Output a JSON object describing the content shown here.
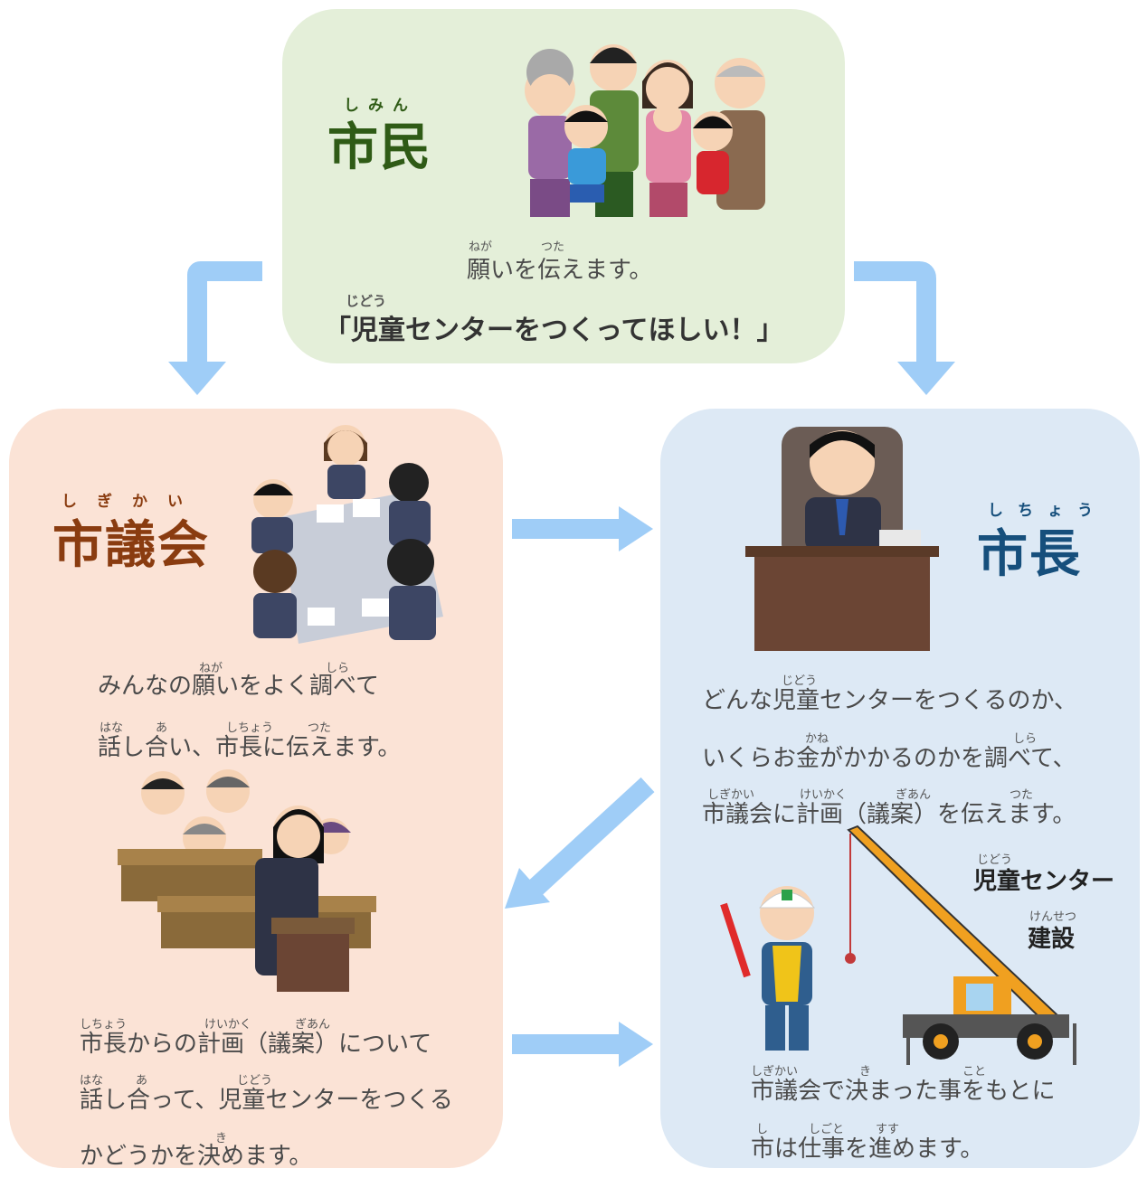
{
  "citizen": {
    "title": "市民",
    "title_ruby": "しみん",
    "line1": "願いを伝えます。",
    "line1_ruby": [
      "ねが",
      "つた"
    ],
    "demand": "「児童センターをつくってほしい！」",
    "demand_ruby": "じどう"
  },
  "council": {
    "title": "市議会",
    "title_ruby": "しぎかい",
    "lines": [
      "みんなの願いをよく調べて",
      "話し合い、市長に伝えます。",
      "市長からの計画（議案）について",
      "話し合って、児童センターをつくる",
      "かどうかを決めます。"
    ],
    "ruby": {
      "l1a": "ねが",
      "l1b": "しら",
      "l2a": "はな",
      "l2b": "あ",
      "l2c": "しちょう",
      "l2d": "つた",
      "l3a": "しちょう",
      "l3b": "けいかく",
      "l3c": "ぎあん",
      "l4a": "はな",
      "l4b": "あ",
      "l4c": "じどう",
      "l5a": "き"
    }
  },
  "mayor": {
    "title": "市長",
    "title_ruby": "しちょう",
    "lines": [
      "どんな児童センターをつくるのか、",
      "いくらお金がかかるのかを調べて、",
      "市議会に計画（議案）を伝えます。",
      "市議会で決まった事をもとに",
      "市は仕事を進めます。"
    ],
    "ruby": {
      "l1a": "じどう",
      "l2a": "かね",
      "l2b": "しら",
      "l3a": "しぎかい",
      "l3b": "けいかく",
      "l3c": "ぎあん",
      "l3d": "つた",
      "l4a": "しぎかい",
      "l4b": "き",
      "l4c": "こと",
      "l5a": "し",
      "l5b": "しごと",
      "l5c": "すす"
    },
    "construction_label1": "児童センター",
    "construction_label1_ruby": "じどう",
    "construction_label2": "建設",
    "construction_label2_ruby": "けんせつ"
  },
  "colors": {
    "citizen_bg": "#e4efd9",
    "council_bg": "#fbe3d6",
    "mayor_bg": "#dde9f5",
    "arrow": "#9fcdf7",
    "citizen_title": "#2f5b16",
    "council_title": "#8a3c10",
    "mayor_title": "#164f7c"
  },
  "icons": [
    "family-illustration",
    "meeting-illustration",
    "mayor-at-desk-illustration",
    "assembly-illustration",
    "worker-illustration",
    "crane-illustration"
  ]
}
